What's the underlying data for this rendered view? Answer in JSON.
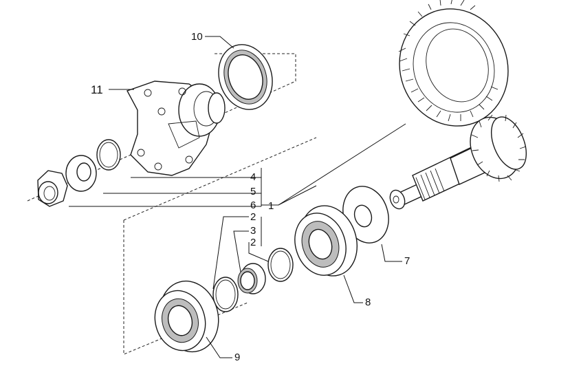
{
  "diagram": {
    "callouts": [
      {
        "id": "10",
        "text": "10"
      },
      {
        "id": "11",
        "text": "11"
      },
      {
        "id": "4",
        "text": "4"
      },
      {
        "id": "5",
        "text": "5"
      },
      {
        "id": "6",
        "text": "6"
      },
      {
        "id": "1",
        "text": "1"
      },
      {
        "id": "2a",
        "text": "2"
      },
      {
        "id": "3",
        "text": "3"
      },
      {
        "id": "2b",
        "text": "2"
      },
      {
        "id": "7",
        "text": "7"
      },
      {
        "id": "8",
        "text": "8"
      },
      {
        "id": "9",
        "text": "9"
      }
    ]
  }
}
